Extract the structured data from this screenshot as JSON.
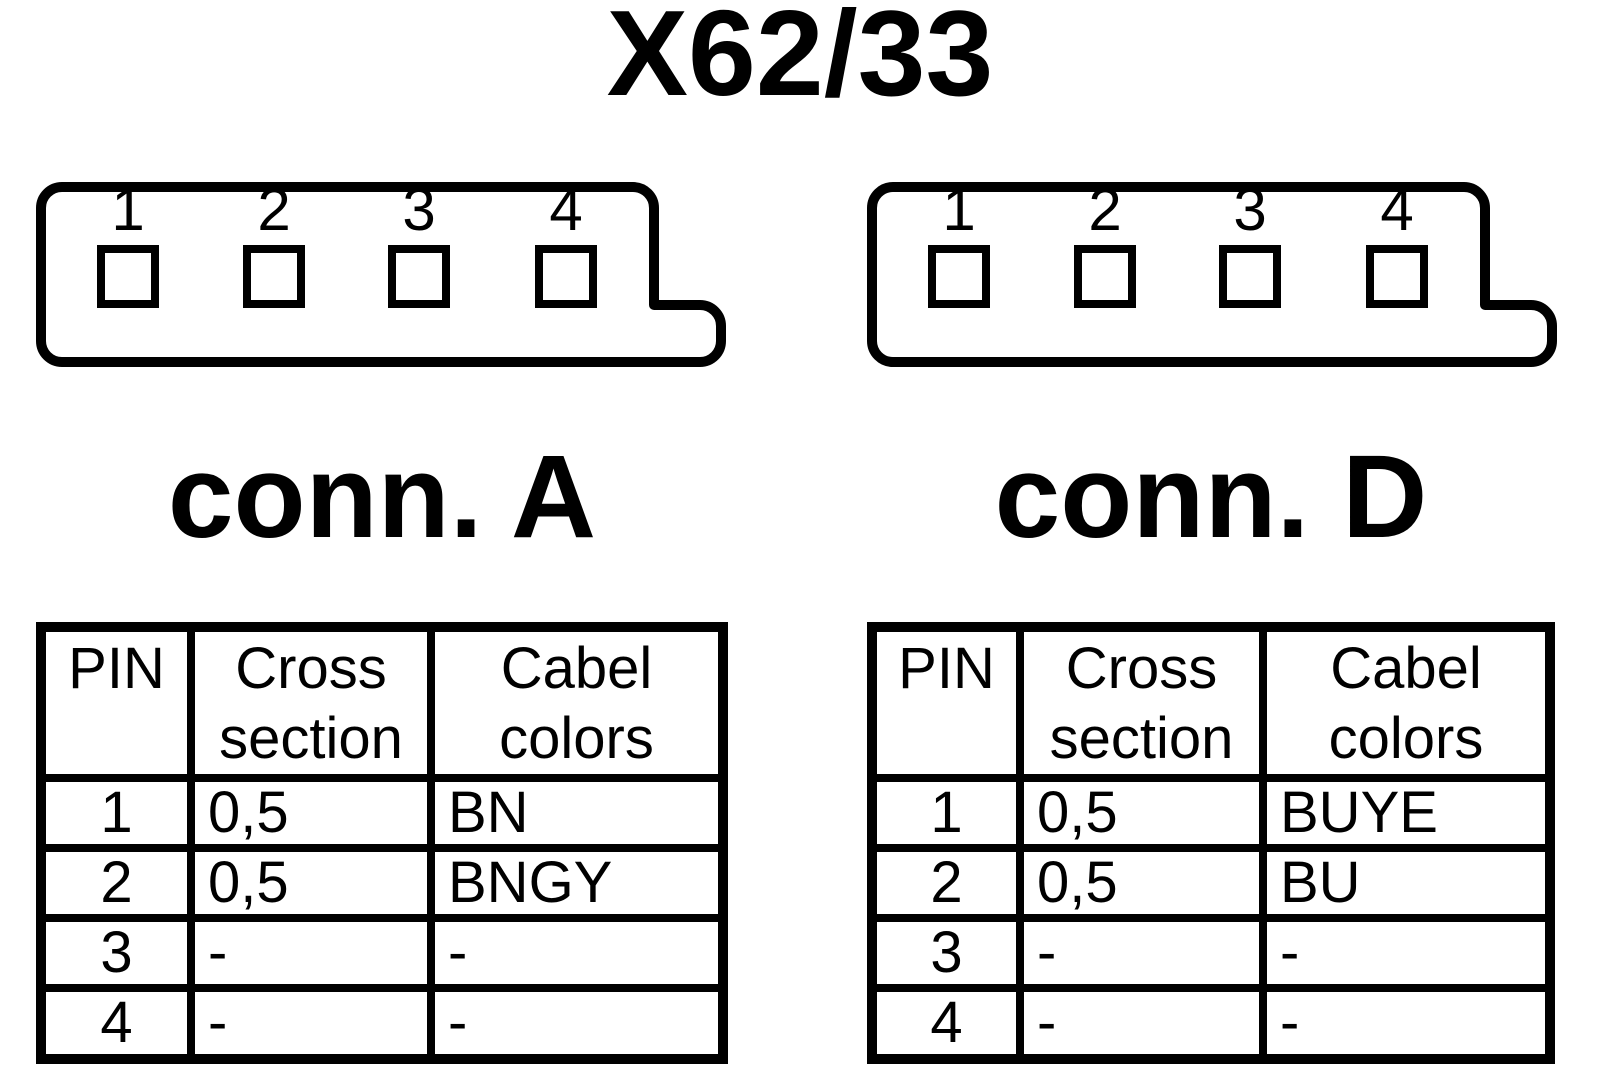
{
  "title": "X62/33",
  "colors": {
    "ink": "#000000",
    "background": "#ffffff"
  },
  "connectors": [
    {
      "label": "conn. A",
      "pins": [
        "1",
        "2",
        "3",
        "4"
      ],
      "table": {
        "headers": [
          "PIN",
          "Cross section",
          "Cabel colors"
        ],
        "rows": [
          {
            "pin": "1",
            "cross_section": "0,5",
            "cable_color": "BN"
          },
          {
            "pin": "2",
            "cross_section": "0,5",
            "cable_color": "BNGY"
          },
          {
            "pin": "3",
            "cross_section": "-",
            "cable_color": "-"
          },
          {
            "pin": "4",
            "cross_section": "-",
            "cable_color": "-"
          }
        ]
      }
    },
    {
      "label": "conn. D",
      "pins": [
        "1",
        "2",
        "3",
        "4"
      ],
      "table": {
        "headers": [
          "PIN",
          "Cross section",
          "Cabel colors"
        ],
        "rows": [
          {
            "pin": "1",
            "cross_section": "0,5",
            "cable_color": "BUYE"
          },
          {
            "pin": "2",
            "cross_section": "0,5",
            "cable_color": "BU"
          },
          {
            "pin": "3",
            "cross_section": "-",
            "cable_color": "-"
          },
          {
            "pin": "4",
            "cross_section": "-",
            "cable_color": "-"
          }
        ]
      }
    }
  ]
}
